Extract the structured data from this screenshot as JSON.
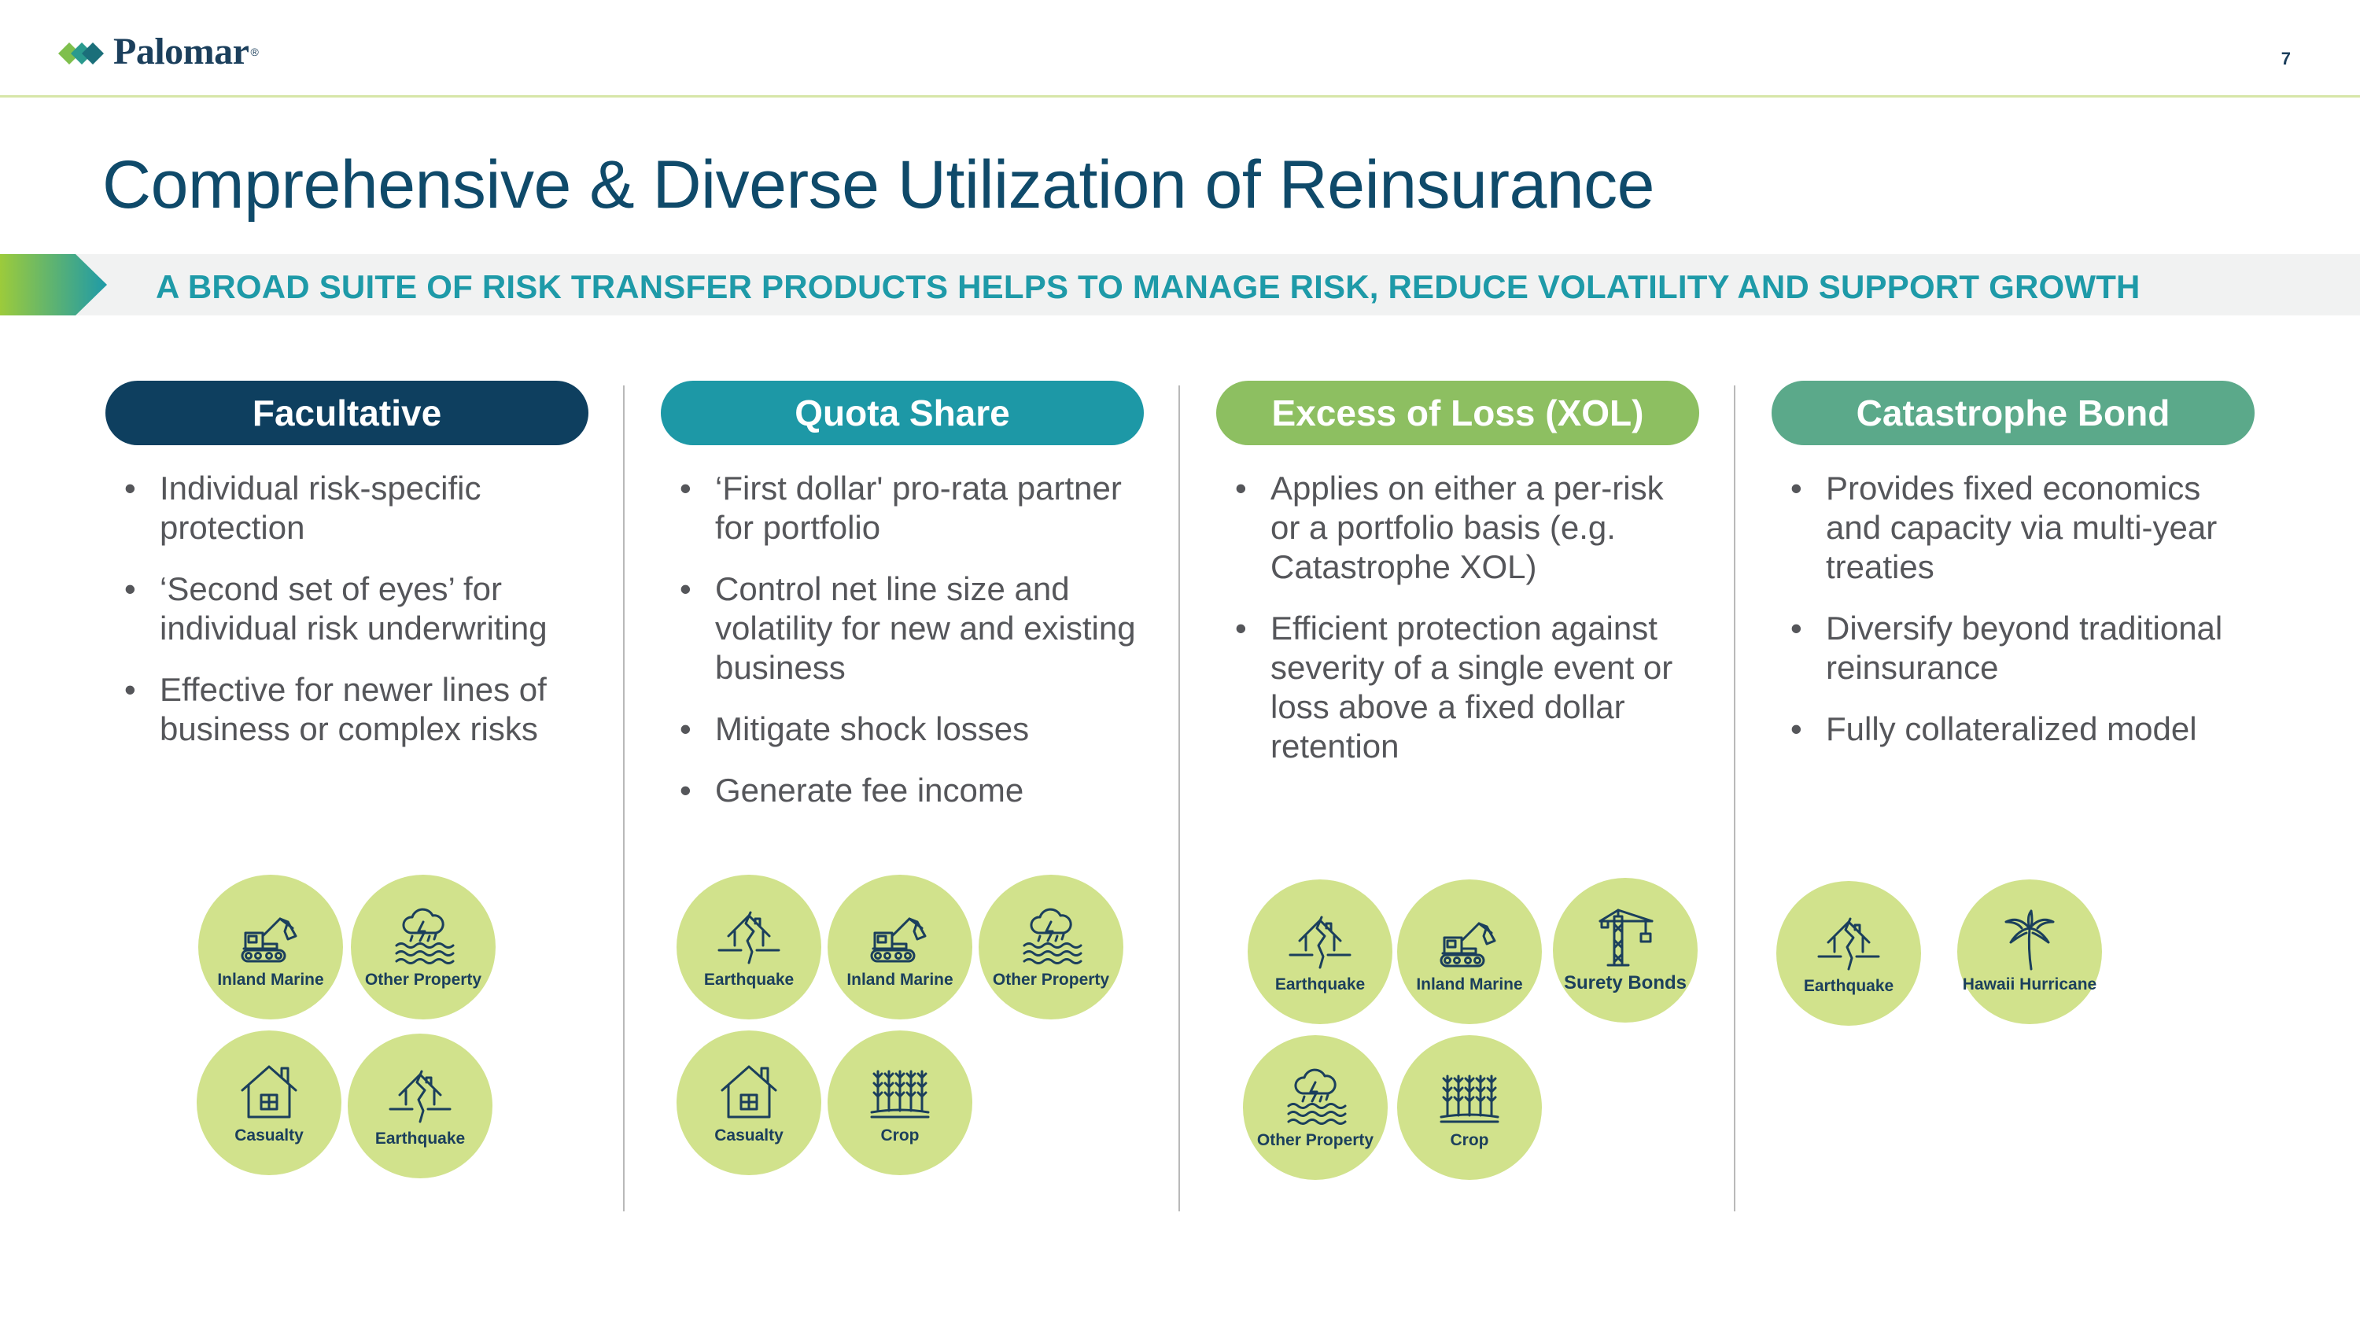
{
  "header": {
    "logo_text": "Palomar",
    "logo_mark": "®",
    "page_number": "7"
  },
  "title": "Comprehensive & Diverse Utilization of Reinsurance",
  "banner": "A BROAD SUITE OF RISK TRANSFER PRODUCTS HELPS TO MANAGE RISK, REDUCE VOLATILITY AND SUPPORT GROWTH",
  "colors": {
    "navy": "#0e3f5f",
    "teal": "#1d98a6",
    "green": "#8dbf61",
    "sea_green": "#5ba98a",
    "circle_fill": "#d1e28c",
    "banner_text": "#1e9aa8"
  },
  "columns": [
    {
      "heading": "Facultative",
      "bullets": [
        "Individual risk-specific protection",
        "‘Second set of eyes’ for individual risk underwriting",
        "Effective for newer lines of business or complex risks"
      ],
      "tiles": [
        {
          "icon": "excavator-icon",
          "label": "Inland Marine"
        },
        {
          "icon": "storm-flood-icon",
          "label": "Other Property"
        },
        {
          "icon": "house-icon",
          "label": "Casualty"
        },
        {
          "icon": "earthquake-house-icon",
          "label": "Earthquake"
        }
      ]
    },
    {
      "heading": "Quota Share",
      "bullets": [
        "‘First dollar' pro-rata partner for portfolio",
        "Control net line size and volatility for new and existing business",
        "Mitigate shock losses",
        "Generate fee income"
      ],
      "tiles": [
        {
          "icon": "earthquake-house-icon",
          "label": "Earthquake"
        },
        {
          "icon": "excavator-icon",
          "label": "Inland Marine"
        },
        {
          "icon": "storm-flood-icon",
          "label": "Other Property"
        },
        {
          "icon": "house-icon",
          "label": "Casualty"
        },
        {
          "icon": "wheat-crop-icon",
          "label": "Crop"
        }
      ]
    },
    {
      "heading": "Excess of Loss (XOL)",
      "bullets": [
        "Applies on either a per-risk or a portfolio basis (e.g. Catastrophe XOL)",
        "Efficient protection against severity of a single event or loss above a fixed dollar retention"
      ],
      "tiles": [
        {
          "icon": "earthquake-house-icon",
          "label": "Earthquake"
        },
        {
          "icon": "excavator-icon",
          "label": "Inland Marine"
        },
        {
          "icon": "crane-icon",
          "label": "Surety Bonds"
        },
        {
          "icon": "storm-flood-icon",
          "label": "Other Property"
        },
        {
          "icon": "wheat-crop-icon",
          "label": "Crop"
        }
      ]
    },
    {
      "heading": "Catastrophe Bond",
      "bullets": [
        "Provides fixed economics and capacity via multi-year treaties",
        "Diversify beyond traditional reinsurance",
        "Fully collateralized model"
      ],
      "tiles": [
        {
          "icon": "earthquake-house-icon",
          "label": "Earthquake"
        },
        {
          "icon": "palm-tree-icon",
          "label": "Hawaii Hurricane"
        }
      ]
    }
  ]
}
